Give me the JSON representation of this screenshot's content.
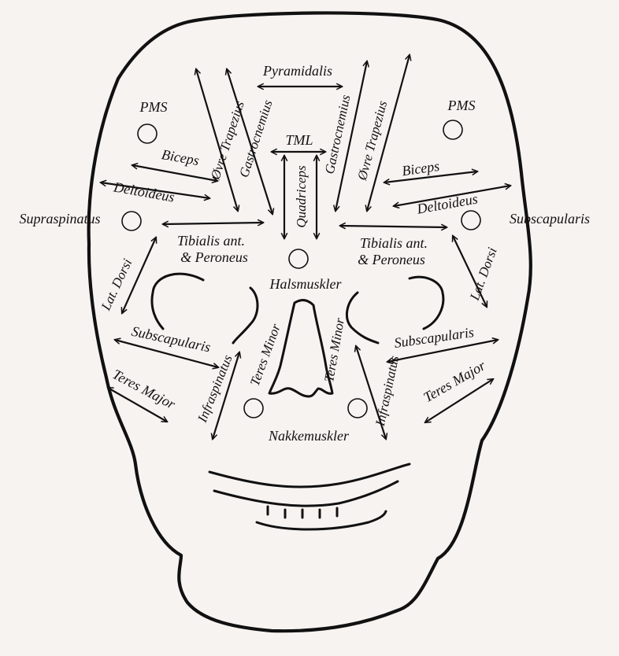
{
  "labels": {
    "pyramidalis": "Pyramidalis",
    "pms": "PMS",
    "tml": "TML",
    "biceps": "Biceps",
    "deltoideus": "Deltoideus",
    "supraspinatus": "Supraspinatus",
    "subscapularis": "Subscapularis",
    "gastrocnemius": "Gastrocnemius",
    "ovre_trapezius": "Øvre Trapezius",
    "quadriceps": "Quadriceps",
    "tibialis_line1": "Tibialis ant.",
    "tibialis_line2": "& Peroneus",
    "halsmuskler": "Halsmuskler",
    "lat_dorsi": "Lat. Dorsi",
    "teres_minor": "Teres Minor",
    "teres_major": "Teres Major",
    "infraspinatus": "Infraspinatus",
    "nakkemuskler": "Nakkemuskler"
  },
  "colors": {
    "background": "#f7f3f1",
    "ink": "#111111"
  }
}
